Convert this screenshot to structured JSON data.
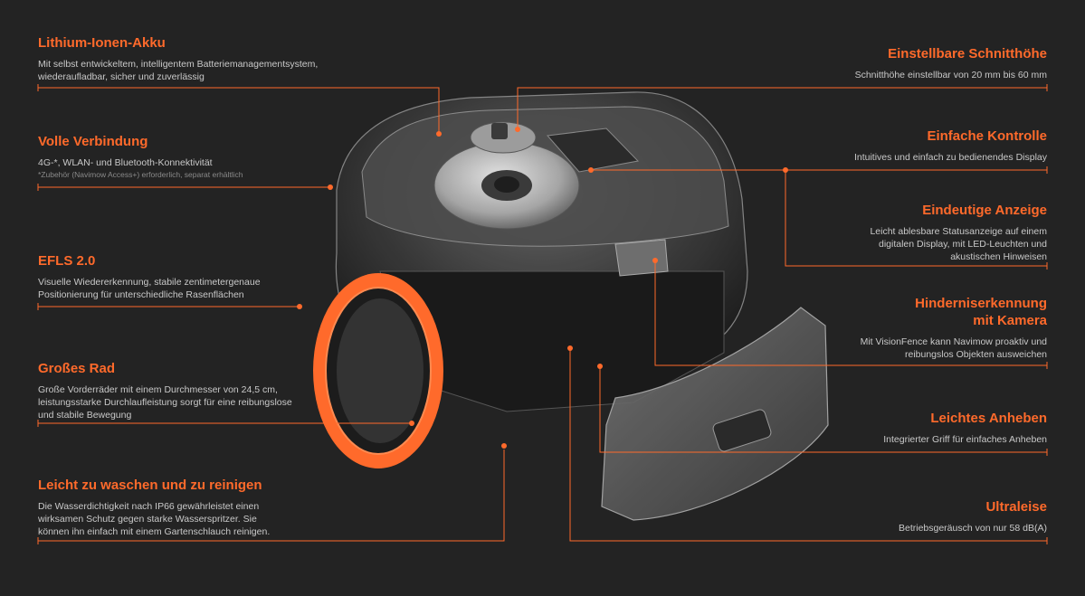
{
  "features_left": [
    {
      "title": "Lithium-Ionen-Akku",
      "lines": [
        "Mit selbst entwickeltem, intelligentem Batteriemanagementsystem,",
        "wiederaufladbar, sicher und zuverlässig"
      ]
    },
    {
      "title": "Volle Verbindung",
      "lines": [
        "4G-*, WLAN- und Bluetooth-Konnektivität"
      ],
      "note": "*Zubehör (Navimow Access+) erforderlich, separat erhältlich"
    },
    {
      "title": "EFLS 2.0",
      "lines": [
        "Visuelle Wiedererkennung, stabile zentimetergenaue",
        "Positionierung für unterschiedliche Rasenflächen"
      ]
    },
    {
      "title": "Großes Rad",
      "lines": [
        "Große Vorderräder mit einem Durchmesser von 24,5 cm,",
        "leistungsstarke Durchlaufleistung sorgt für eine reibungslose",
        "und stabile Bewegung"
      ]
    },
    {
      "title": "Leicht zu waschen und zu reinigen",
      "lines": [
        "Die Wasserdichtigkeit nach IP66 gewährleistet einen",
        "wirksamen Schutz gegen starke Wasserspritzer. Sie",
        "können ihn einfach mit einem Gartenschlauch reinigen."
      ]
    }
  ],
  "features_right": [
    {
      "title": "Einstellbare Schnitthöhe",
      "lines": [
        "Schnitthöhe einstellbar von 20 mm bis 60 mm"
      ]
    },
    {
      "title": "Einfache Kontrolle",
      "lines": [
        "Intuitives und einfach zu bedienendes Display"
      ]
    },
    {
      "title": "Eindeutige Anzeige",
      "lines": [
        "Leicht ablesbare Statusanzeige auf einem",
        "digitalen Display, mit LED-Leuchten und",
        "akustischen Hinweisen"
      ]
    },
    {
      "title_lines": [
        "Hinderniserkennung",
        "mit Kamera"
      ],
      "lines": [
        "Mit VisionFence kann Navimow proaktiv und",
        "reibungslos Objekten ausweichen"
      ]
    },
    {
      "title": "Leichtes Anheben",
      "lines": [
        "Integrierter Griff für einfaches Anheben"
      ]
    },
    {
      "title": "Ultraleise",
      "lines": [
        "Betriebsgeräusch von nur 58 dB(A)"
      ]
    }
  ],
  "colors": {
    "accent": "#ff6a2b",
    "background": "#232323",
    "text": "#c9c9c9"
  }
}
